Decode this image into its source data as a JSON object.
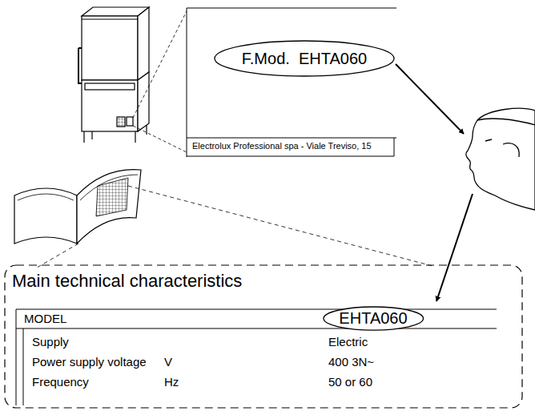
{
  "diagram": {
    "nodes": [
      {
        "text": [
          "Electrolux Professional spa - Viale Treviso, 15"
        ]
      },
      {
        "text": [
          "F.Mod.  EHTA060"
        ],
        "in": 0
      },
      {
        "text": [
          "Main technical characteristics"
        ]
      },
      {
        "text": [
          "EHTA060"
        ],
        "in": 2
      }
    ],
    "labels": [
      "MODEL",
      "Supply",
      "Electric",
      "Power supply voltage",
      "V",
      "400 3N~",
      "Frequency",
      "Hz",
      "50 or 60"
    ]
  }
}
